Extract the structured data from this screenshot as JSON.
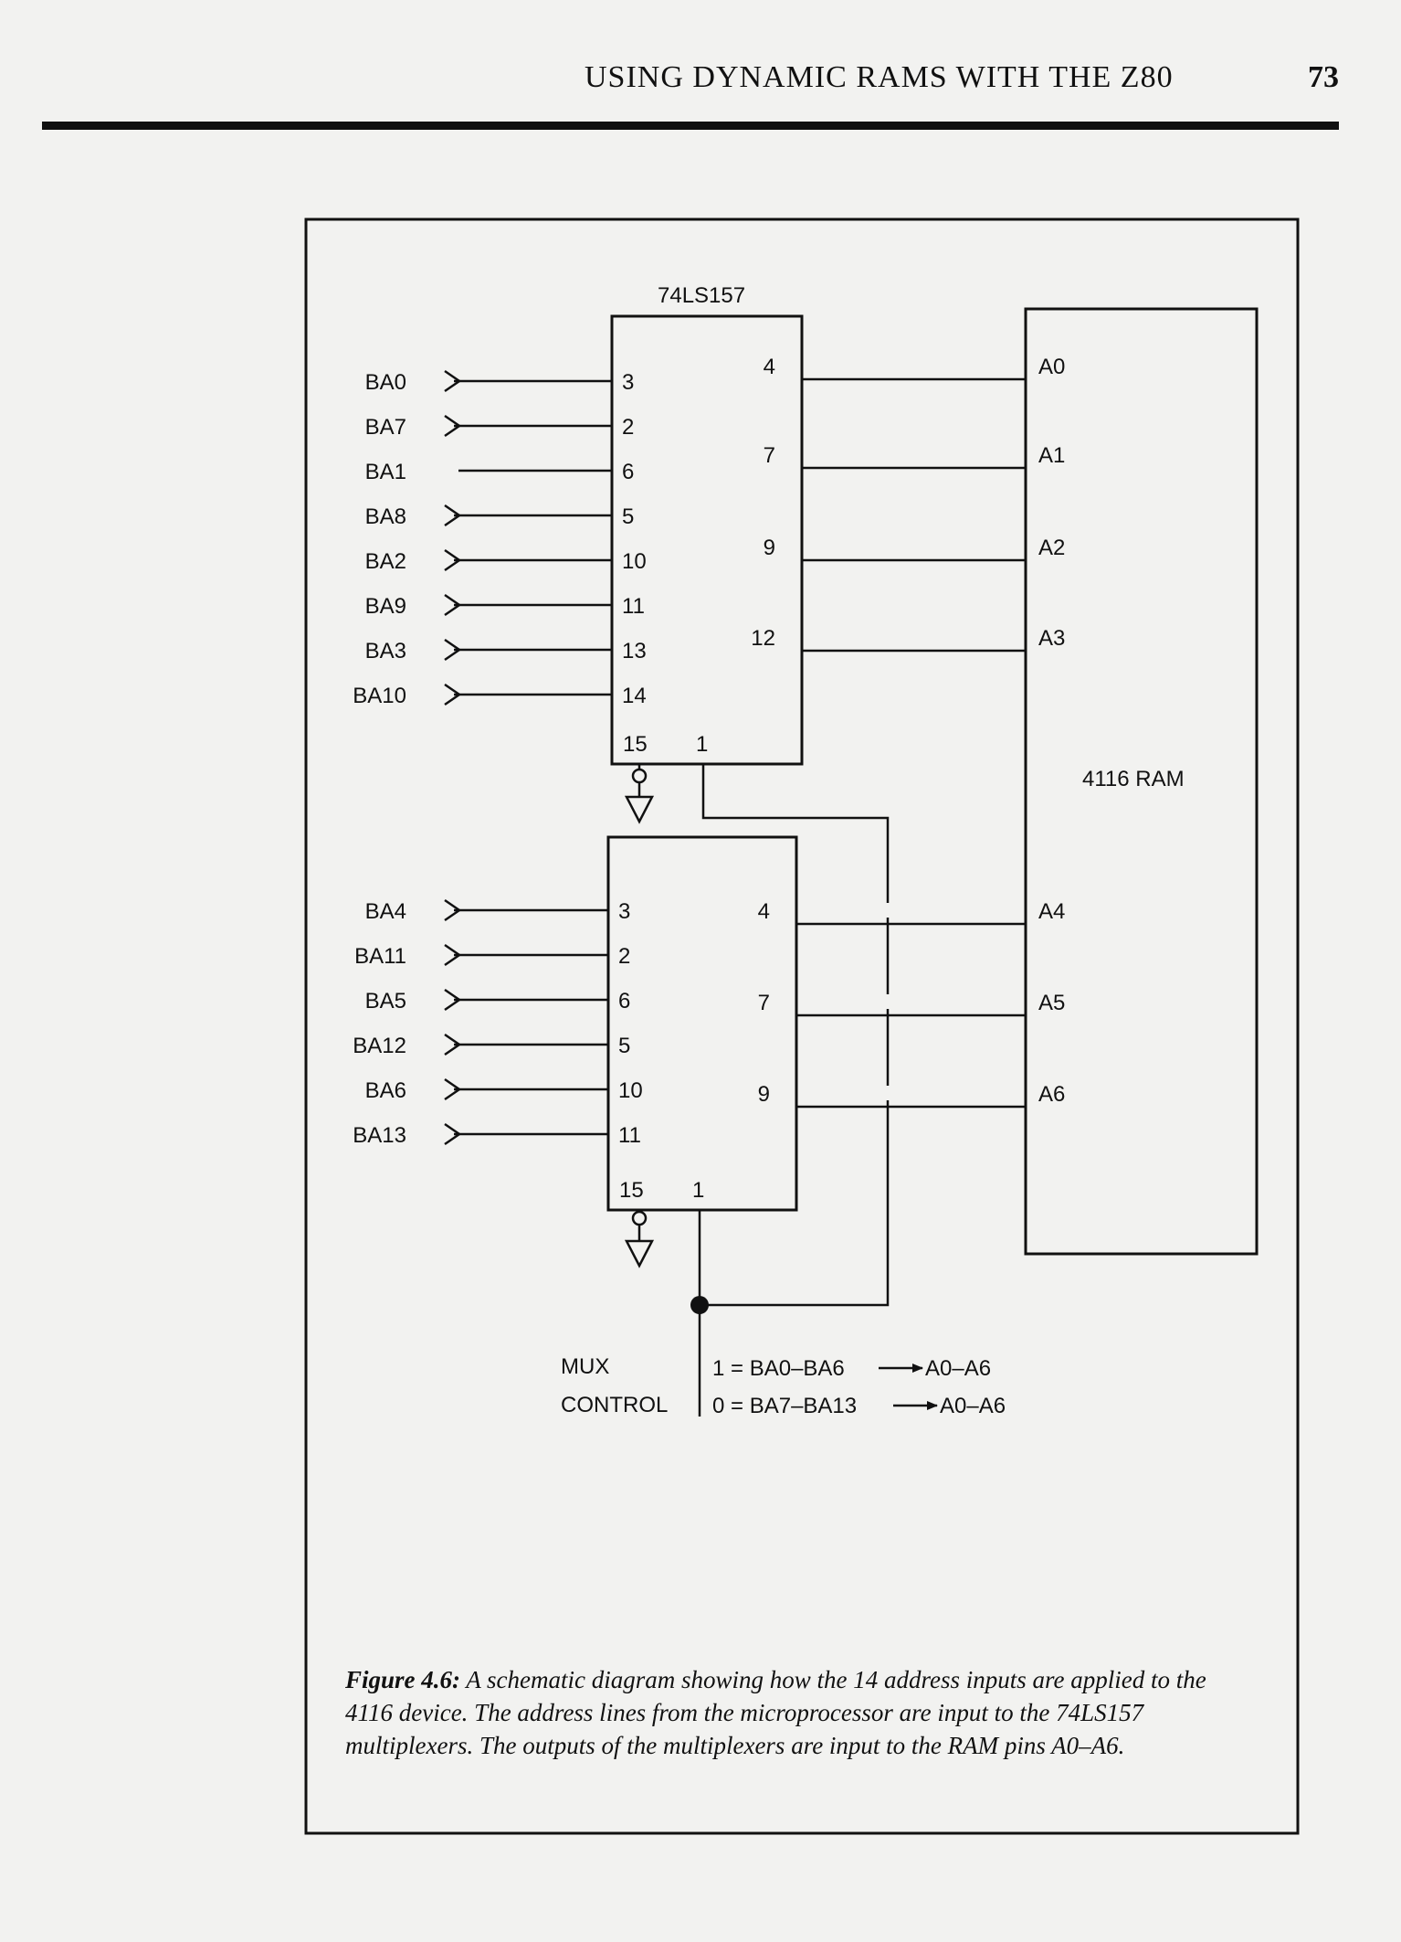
{
  "header": {
    "title": "USING DYNAMIC RAMS WITH THE Z80",
    "page_number": "73"
  },
  "diagram": {
    "mux1": {
      "chip": "74LS157",
      "inputs": [
        {
          "signal": "BA0",
          "pin": "3"
        },
        {
          "signal": "BA7",
          "pin": "2"
        },
        {
          "signal": "BA1",
          "pin": "6"
        },
        {
          "signal": "BA8",
          "pin": "5"
        },
        {
          "signal": "BA2",
          "pin": "10"
        },
        {
          "signal": "BA9",
          "pin": "11"
        },
        {
          "signal": "BA3",
          "pin": "13"
        },
        {
          "signal": "BA10",
          "pin": "14"
        }
      ],
      "outputs": [
        {
          "pin": "4",
          "ram": "A0"
        },
        {
          "pin": "7",
          "ram": "A1"
        },
        {
          "pin": "9",
          "ram": "A2"
        },
        {
          "pin": "12",
          "ram": "A3"
        }
      ],
      "enable_pin": "15",
      "select_pin": "1"
    },
    "mux2": {
      "inputs": [
        {
          "signal": "BA4",
          "pin": "3"
        },
        {
          "signal": "BA11",
          "pin": "2"
        },
        {
          "signal": "BA5",
          "pin": "6"
        },
        {
          "signal": "BA12",
          "pin": "5"
        },
        {
          "signal": "BA6",
          "pin": "10"
        },
        {
          "signal": "BA13",
          "pin": "11"
        }
      ],
      "outputs": [
        {
          "pin": "4",
          "ram": "A4"
        },
        {
          "pin": "7",
          "ram": "A5"
        },
        {
          "pin": "9",
          "ram": "A6"
        }
      ],
      "enable_pin": "15",
      "select_pin": "1"
    },
    "ram_label": "4116 RAM",
    "mux_control": {
      "label_line1": "MUX",
      "label_line2": "CONTROL",
      "state1": "1 = BA0–BA6",
      "state1_target": "A0–A6",
      "state0": "0 = BA7–BA13",
      "state0_target": "A0–A6"
    }
  },
  "caption": {
    "label": "Figure 4.6:",
    "text": " A schematic diagram showing how the 14 address inputs are applied to the 4116 device. The address lines from the microprocessor are input to the 74LS157 multiplexers. The outputs of the multiplexers are input to the RAM pins A0–A6."
  },
  "colors": {
    "ink": "#111111",
    "paper": "#f2f2f0"
  }
}
